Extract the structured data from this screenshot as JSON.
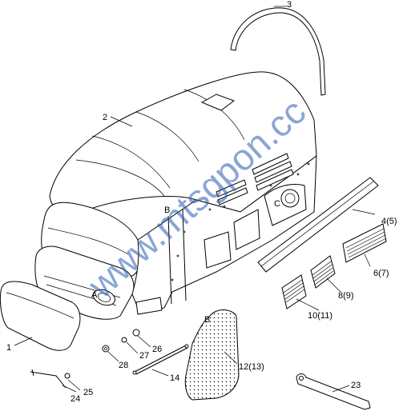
{
  "watermark": "www.mtsgpon.cc",
  "labels": {
    "p1": "1",
    "p2": "2",
    "p3": "3",
    "p4": "4(5)",
    "p6": "6(7)",
    "p8": "8(9)",
    "p10": "10(11)",
    "p12": "12(13)",
    "p14": "14",
    "p23": "23",
    "p24": "24",
    "p25": "25",
    "p26": "26",
    "p27": "27",
    "p28": "28",
    "refA": "A",
    "refB1": "B",
    "refB2": "B",
    "refC": "C"
  }
}
